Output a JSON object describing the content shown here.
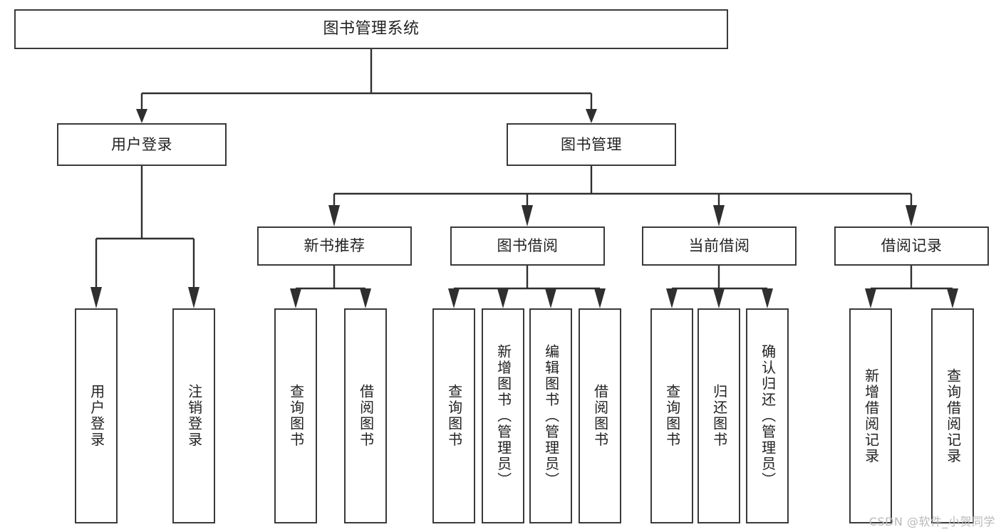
{
  "diagram": {
    "title": "图书管理系统",
    "type": "tree",
    "watermark": "CSDN @软件_小贺同学",
    "colors": {
      "box_border": "#3a3a3a",
      "box_fill": "#ffffff",
      "connector": "#2f2f2f",
      "text": "#222222",
      "watermark": "#b9b9b9"
    },
    "root": {
      "label": "图书管理系统"
    },
    "level2": [
      {
        "label": "用户登录"
      },
      {
        "label": "图书管理"
      }
    ],
    "level3": [
      {
        "label": "新书推荐"
      },
      {
        "label": "图书借阅"
      },
      {
        "label": "当前借阅"
      },
      {
        "label": "借阅记录"
      }
    ],
    "leaves": {
      "user_login": [
        {
          "label": "用户登录"
        },
        {
          "label": "注销登录"
        }
      ],
      "new_book": [
        {
          "label": "查询图书"
        },
        {
          "label": "借阅图书"
        }
      ],
      "book_borrow": [
        {
          "label": "查询图书"
        },
        {
          "label": "新增图书（管理员）"
        },
        {
          "label": "编辑图书（管理员）"
        },
        {
          "label": "借阅图书"
        }
      ],
      "current_borrow": [
        {
          "label": "查询图书"
        },
        {
          "label": "归还图书"
        },
        {
          "label": "确认归还（管理员）"
        }
      ],
      "borrow_record": [
        {
          "label": "新增借阅记录"
        },
        {
          "label": "查询借阅记录"
        }
      ]
    }
  }
}
